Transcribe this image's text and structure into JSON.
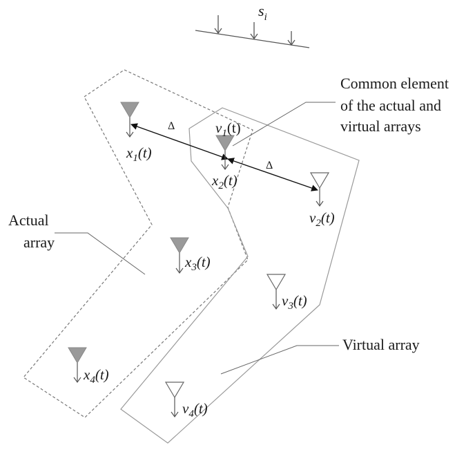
{
  "source": {
    "base": "s",
    "sub": "i"
  },
  "annotations": {
    "common_line1": "Common element",
    "common_line2": "of the actual and",
    "common_line3": "virtual arrays",
    "actual_line1": "Actual",
    "actual_line2": "array",
    "virtual": "Virtual array",
    "delta": "Δ"
  },
  "elements": {
    "x1": {
      "base": "x",
      "sub": "1",
      "arg": "(t)"
    },
    "x2": {
      "base": "x",
      "sub": "2",
      "arg": "(t)"
    },
    "x3": {
      "base": "x",
      "sub": "3",
      "arg": "(t)"
    },
    "x4": {
      "base": "x",
      "sub": "4",
      "arg": "(t)"
    },
    "v1": {
      "base": "v",
      "sub": "1",
      "arg": "(t)"
    },
    "v2": {
      "base": "v",
      "sub": "2",
      "arg": "(t)"
    },
    "v3": {
      "base": "v",
      "sub": "3",
      "arg": "(t)"
    },
    "v4": {
      "base": "v",
      "sub": "4",
      "arg": "(t)"
    }
  },
  "colors": {
    "actual_fill": "#9a9a9a",
    "virtual_fill": "#ffffff",
    "stroke": "#333333",
    "outline": "#8a8a8a"
  }
}
